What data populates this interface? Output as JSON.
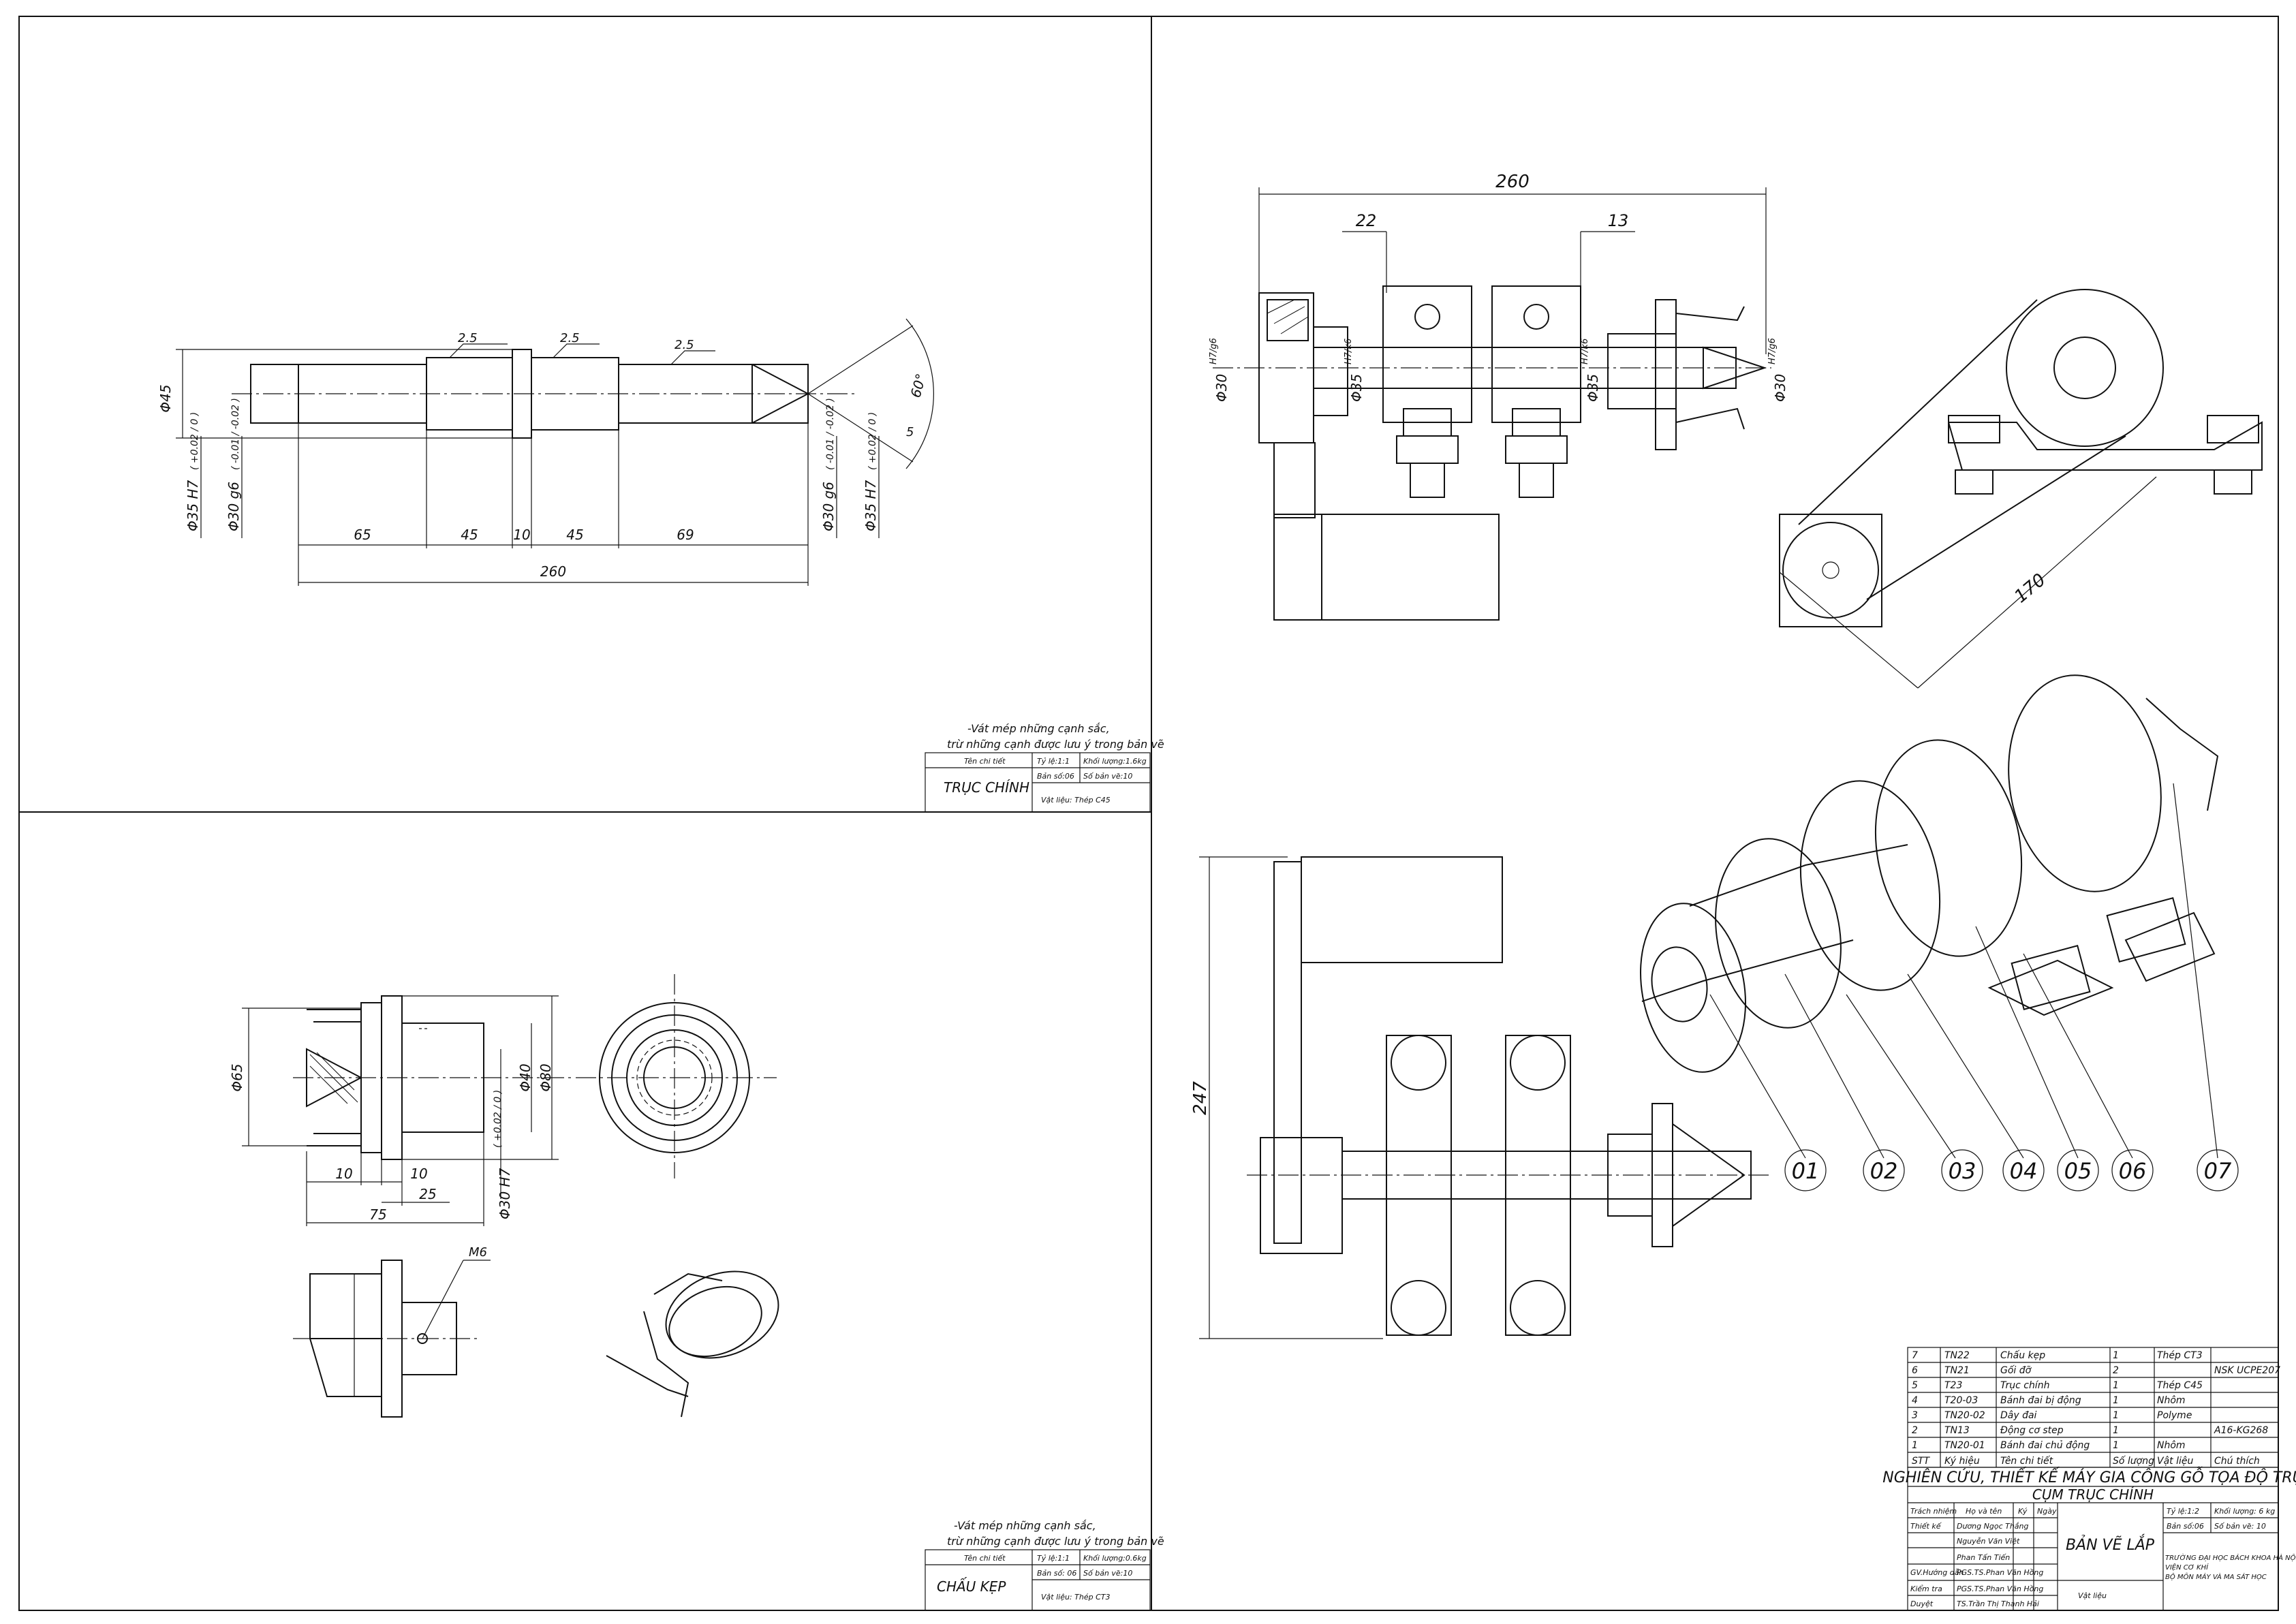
{
  "sheets": {
    "shaft": {
      "dims": {
        "d45": "Φ45",
        "d35h7_l": "Φ35 H7",
        "d35h7_l_tol": "( +0.02 / 0 )",
        "d30g6_l": "Φ30 g6",
        "d30g6_l_tol": "( -0.01 / -0.02 )",
        "d30g6_r": "Φ30 g6",
        "d30g6_r_tol": "( -0.01 / -0.02 )",
        "d35h7_r": "Φ35 H7",
        "d35h7_r_tol": "( +0.02 / 0 )",
        "l65": "65",
        "l45a": "45",
        "l10": "10",
        "l45b": "45",
        "l69": "69",
        "l260": "260",
        "r1": "2.5",
        "r2": "2.5",
        "r3": "2.5",
        "a60": "60°",
        "n5": "5"
      },
      "note1": "-Vát mép những cạnh sắc,",
      "note2": "trừ những cạnh được lưu ý trong bản vẽ",
      "tb": {
        "name": "TRỤC CHÍNH",
        "c1": "Tên chi tiết",
        "c2": "Tỷ lệ:1:1",
        "c3": "Khối lượng:1.6kg",
        "c4": "Bản số:06",
        "c5": "Số bản vẽ:10",
        "c6": "Vật liệu: Thép C45"
      }
    },
    "clamp": {
      "dims": {
        "d65": "Φ65",
        "d40": "Φ40",
        "d80": "Φ80",
        "d30h7": "Φ30 H7",
        "tol": "( +0.02 / 0 )",
        "l10a": "10",
        "l10b": "10",
        "l25": "25",
        "l75": "75",
        "m6": "M6"
      },
      "note1": "-Vát mép những cạnh sắc,",
      "note2": "trừ những cạnh được lưu ý trong bản vẽ",
      "tb": {
        "name": "CHẤU KẸP",
        "c1": "Tên chi tiết",
        "c2": "Tỷ lệ:1:1",
        "c3": "Khối lượng:0.6kg",
        "c4": "Bản số: 06",
        "c5": "Số bản vẽ:10",
        "c6": "Vật liệu: Thép CT3"
      }
    },
    "assembly": {
      "dims": {
        "l260": "260",
        "l22": "22",
        "l13": "13",
        "d30a": "Φ30",
        "d30a_fit": "H7/g6",
        "d35a": "Φ35",
        "d35a_fit": "H7/k6",
        "d35b": "Φ35",
        "d35b_fit": "H7/k6",
        "d30b": "Φ30",
        "d30b_fit": "H7/g6",
        "l170": "170",
        "l247": "247"
      },
      "balloons": [
        "01",
        "02",
        "03",
        "04",
        "05",
        "06",
        "07"
      ],
      "bom_rows": [
        [
          "7",
          "TN22",
          "Chấu kẹp",
          "1",
          "Thép CT3",
          ""
        ],
        [
          "6",
          "TN21",
          "Gối đỡ",
          "2",
          "",
          "NSK UCPE207"
        ],
        [
          "5",
          "T23",
          "Trục chính",
          "1",
          "Thép C45",
          ""
        ],
        [
          "4",
          "T20-03",
          "Bánh đai bị động",
          "1",
          "Nhôm",
          ""
        ],
        [
          "3",
          "TN20-02",
          "Dây đai",
          "1",
          "Polyme",
          ""
        ],
        [
          "2",
          "TN13",
          "Động cơ step",
          "1",
          "",
          "A16-KG268"
        ],
        [
          "1",
          "TN20-01",
          "Bánh đai chủ động",
          "1",
          "Nhôm",
          ""
        ]
      ],
      "bom_header": [
        "STT",
        "Ký hiệu",
        "Tên chi tiết",
        "Số lượng",
        "Vật liệu",
        "Chú thích"
      ],
      "project_title": "NGHIÊN CỨU, THIẾT KẾ MÁY GIA CÔNG GỖ TỌA ĐỘ TRỤ",
      "subtitle": "CỤM TRỤC CHÍNH",
      "drawing_kind": "BẢN VẼ LẮP",
      "roles": [
        "Trách nhiệm",
        "Thiết kế",
        "",
        "",
        "GV.Hướng dẫn",
        "Kiểm tra",
        "Duyệt"
      ],
      "people": [
        "Họ và tên",
        "Dương Ngọc Thắng",
        "Nguyễn Văn Việt",
        "Phan Tấn Tiến",
        "PGS.TS.Phan Văn Hồng",
        "PGS.TS.Phan Văn Hồng",
        "TS.Trần Thị Thanh Hải"
      ],
      "sign_h": "Ký",
      "date_h": "Ngày",
      "scale": "Tỷ lệ:1:2",
      "mass": "Khối lượng: 6 kg",
      "sheet_no": "Bản số:06",
      "total": "Số bản vẽ: 10",
      "school1": "TRƯỜNG ĐẠI HỌC BÁCH KHOA HÀ NỘI",
      "school2": "VIỆN CƠ KHÍ",
      "school3": "BỘ MÔN MÁY VÀ MA SÁT HỌC",
      "material": "Vật liệu"
    }
  }
}
